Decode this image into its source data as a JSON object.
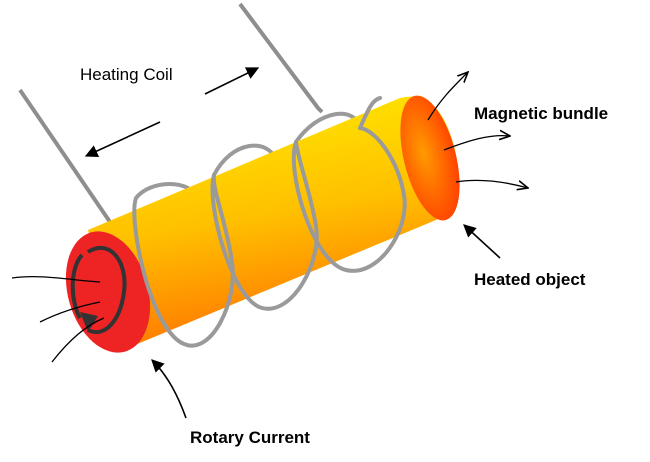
{
  "labels": {
    "heating_coil": "Heating Coil",
    "magnetic_bundle": "Magnetic bundle",
    "heated_object": "Heated object",
    "rotary_current": "Rotary Current"
  },
  "colors": {
    "cylinder_top": "#fff200",
    "cylinder_bottom": "#ff7a00",
    "end_cap": "#ee2222",
    "far_end": "#ff3a00",
    "coil": "#9a9a9a",
    "wire": "#8c8c8c",
    "text": "#000000"
  }
}
